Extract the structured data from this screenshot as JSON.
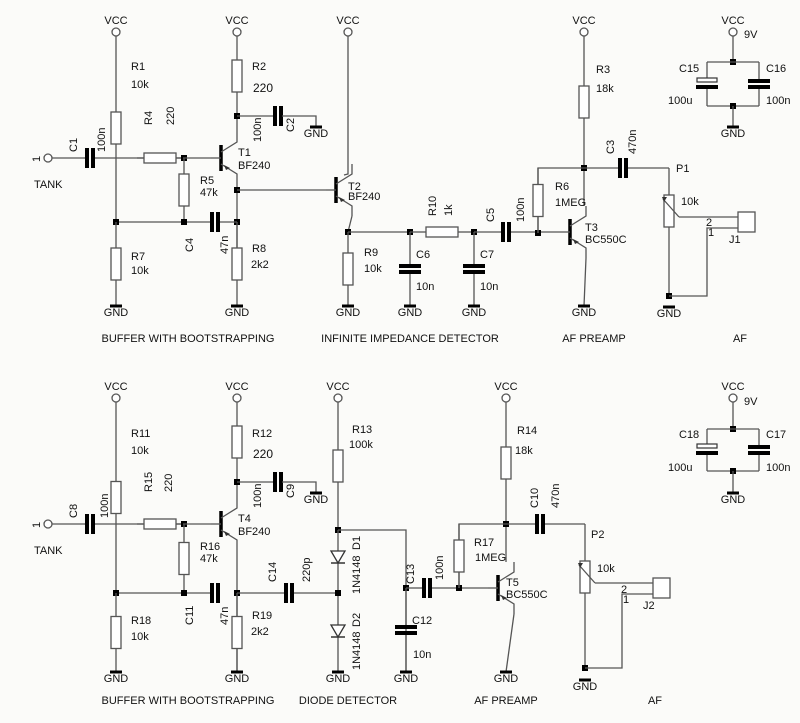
{
  "rails": {
    "vcc": "VCC",
    "gnd": "GND",
    "supply": "9V"
  },
  "sections": {
    "top": [
      "BUFFER WITH BOOTSTRAPPING",
      "INFINITE IMPEDANCE DETECTOR",
      "AF PREAMP",
      "AF"
    ],
    "bottom": [
      "BUFFER WITH BOOTSTRAPPING",
      "DIODE DETECTOR",
      "AF PREAMP",
      "AF"
    ]
  },
  "input": {
    "label": "TANK",
    "pin": "1"
  },
  "top": {
    "R1": {
      "ref": "R1",
      "val": "10k"
    },
    "R2": {
      "ref": "R2",
      "val": "220"
    },
    "R3": {
      "ref": "R3",
      "val": "18k"
    },
    "R4": {
      "ref": "R4",
      "val": "220"
    },
    "R5": {
      "ref": "R5",
      "val": "47k"
    },
    "R6": {
      "ref": "R6",
      "val": "1MEG"
    },
    "R7": {
      "ref": "R7",
      "val": "10k"
    },
    "R8": {
      "ref": "R8",
      "val": "2k2"
    },
    "R9": {
      "ref": "R9",
      "val": "10k"
    },
    "R10": {
      "ref": "R10",
      "val": "1k"
    },
    "C1": {
      "ref": "C1",
      "val": "100n"
    },
    "C2": {
      "ref": "C2",
      "val": "100n"
    },
    "C3": {
      "ref": "C3",
      "val": "470n"
    },
    "C4": {
      "ref": "C4",
      "val": "47n"
    },
    "C5": {
      "ref": "C5",
      "val": "100n"
    },
    "C6": {
      "ref": "C6",
      "val": "10n"
    },
    "C7": {
      "ref": "C7",
      "val": "10n"
    },
    "C15": {
      "ref": "C15",
      "val": "100u"
    },
    "C16": {
      "ref": "C16",
      "val": "100n"
    },
    "T1": {
      "ref": "T1",
      "val": "BF240"
    },
    "T2": {
      "ref": "T2",
      "val": "BF240"
    },
    "T3": {
      "ref": "T3",
      "val": "BC550C"
    },
    "P1": {
      "ref": "P1",
      "val": "10k"
    },
    "J1": {
      "ref": "J1",
      "pin1": "1",
      "pin2": "2"
    }
  },
  "bottom": {
    "R11": {
      "ref": "R11",
      "val": "10k"
    },
    "R12": {
      "ref": "R12",
      "val": "220"
    },
    "R13": {
      "ref": "R13",
      "val": "100k"
    },
    "R14": {
      "ref": "R14",
      "val": "18k"
    },
    "R15": {
      "ref": "R15",
      "val": "220"
    },
    "R16": {
      "ref": "R16",
      "val": "47k"
    },
    "R17": {
      "ref": "R17",
      "val": "1MEG"
    },
    "R18": {
      "ref": "R18",
      "val": "10k"
    },
    "R19": {
      "ref": "R19",
      "val": "2k2"
    },
    "C8": {
      "ref": "C8",
      "val": "100n"
    },
    "C9": {
      "ref": "C9",
      "val": "100n"
    },
    "C10": {
      "ref": "C10",
      "val": "470n"
    },
    "C11": {
      "ref": "C11",
      "val": "47n"
    },
    "C12": {
      "ref": "C12",
      "val": "10n"
    },
    "C13": {
      "ref": "C13",
      "val": "100n"
    },
    "C14": {
      "ref": "C14",
      "val": "220p"
    },
    "C17": {
      "ref": "C17",
      "val": "100n"
    },
    "C18": {
      "ref": "C18",
      "val": "100u"
    },
    "D1": {
      "ref": "D1",
      "val": "1N4148"
    },
    "D2": {
      "ref": "D2",
      "val": "1N4148"
    },
    "T4": {
      "ref": "T4",
      "val": "BF240"
    },
    "T5": {
      "ref": "T5",
      "val": "BC550C"
    },
    "P2": {
      "ref": "P2",
      "val": "10k"
    },
    "J2": {
      "ref": "J2",
      "pin1": "1",
      "pin2": "2"
    }
  }
}
